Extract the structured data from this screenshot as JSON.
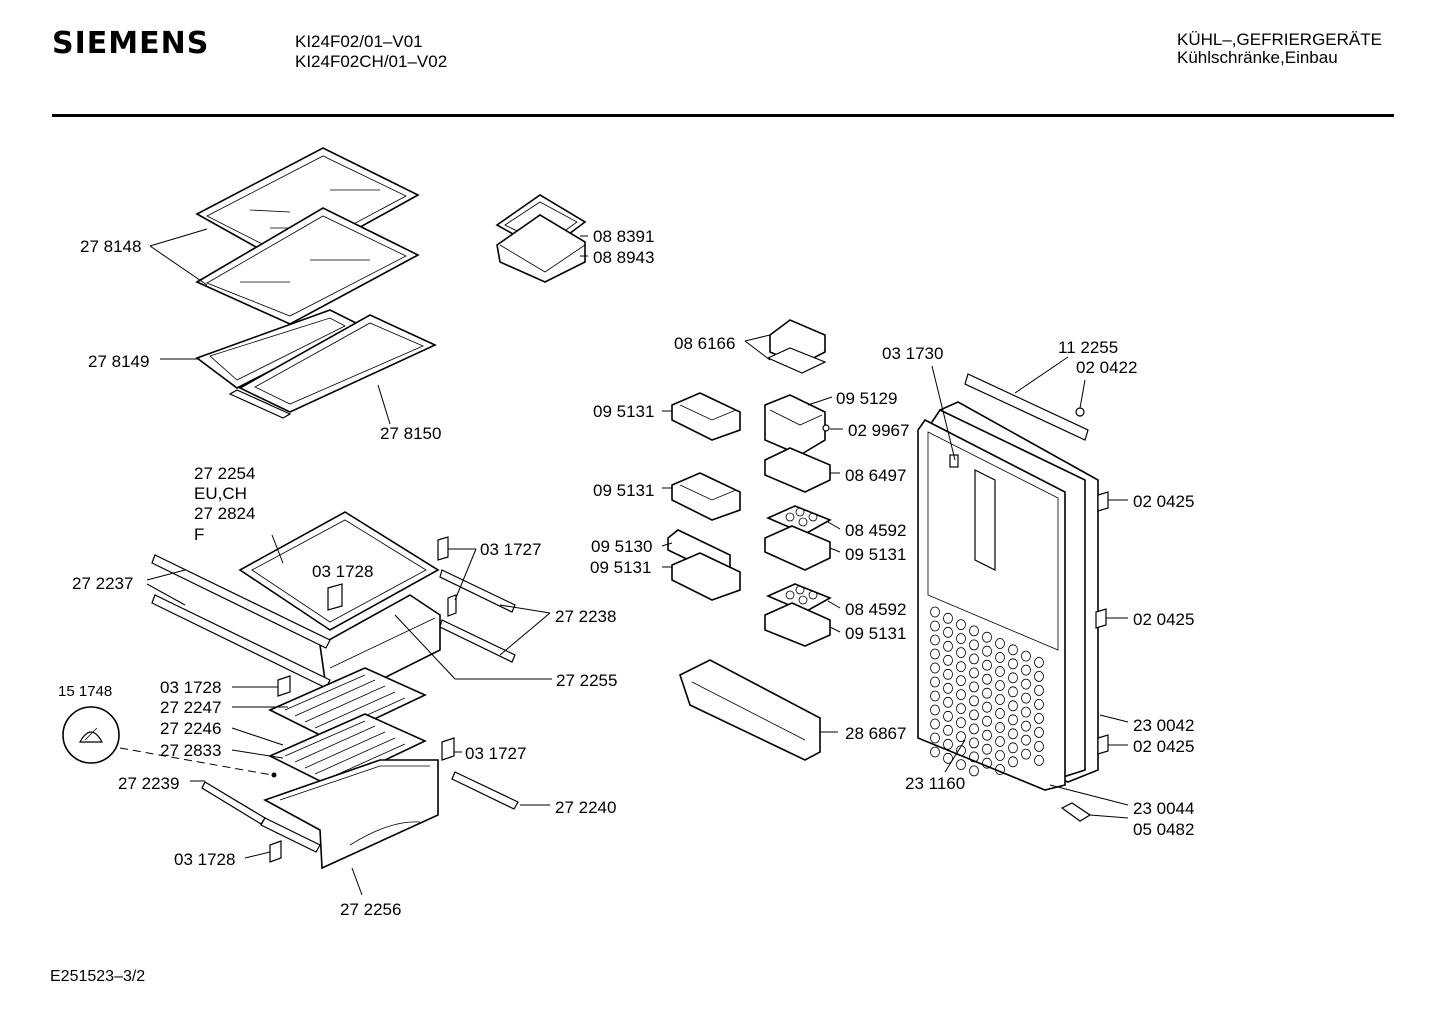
{
  "header": {
    "brand": "SIEMENS",
    "models": [
      "KI24F02/01–V01",
      "KI24F02CH/01–V02"
    ],
    "category": [
      "KÜHL–,GEFRIERGERÄTE",
      "Kühlschränke,Einbau"
    ]
  },
  "footer": {
    "doc_id": "E251523–3/2"
  },
  "labels": {
    "p278148": "27 8148",
    "p278149": "27 8149",
    "p278150": "27 8150",
    "p088391": "08 8391",
    "p088943": "08 8943",
    "p272254": "27 2254",
    "euch": "EU,CH",
    "p272824": "27 2824",
    "f": "F",
    "p031727a": "03 1727",
    "p031728a": "03 1728",
    "p272237": "27 2237",
    "p272238": "27 2238",
    "p272255": "27 2255",
    "p151748": "15 1748",
    "p031728b": "03 1728",
    "p272247": "27 2247",
    "p272246": "27 2246",
    "p272833": "27 2833",
    "p031727b": "03 1727",
    "p272239": "27 2239",
    "p272240": "27 2240",
    "p031728c": "03 1728",
    "p272256": "27 2256",
    "p086166": "08 6166",
    "p095131a": "09 5131",
    "p095129": "09 5129",
    "p029967": "02 9967",
    "p086497": "08 6497",
    "p095131b": "09 5131",
    "p084592a": "08 4592",
    "p095130": "09 5130",
    "p095131c": "09 5131",
    "p095131d": "09 5131",
    "p084592b": "08 4592",
    "p095131e": "09 5131",
    "p286867": "28 6867",
    "p031730": "03 1730",
    "p112255": "11 2255",
    "p020422": "02 0422",
    "p020425a": "02 0425",
    "p020425b": "02 0425",
    "p230042": "23 0042",
    "p020425c": "02 0425",
    "p231160": "23 1160",
    "p230044": "23 0044",
    "p050482": "05 0482"
  }
}
